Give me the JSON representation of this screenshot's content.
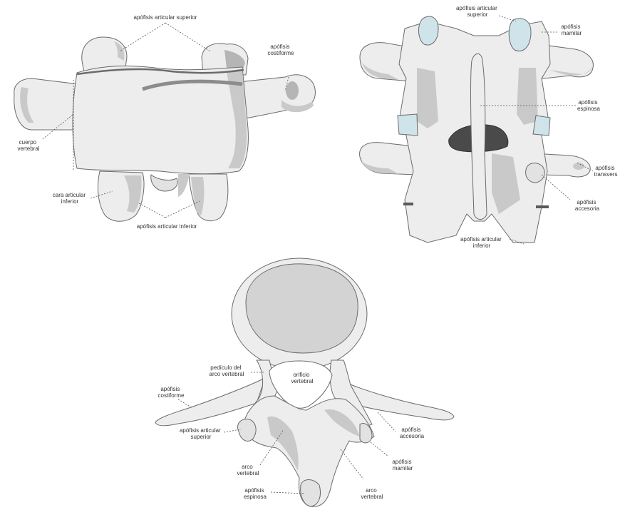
{
  "colors": {
    "bone": "#ededed",
    "bone_shadow": "#c9c9c9",
    "cartilage_face": "#cfe3ea",
    "foramen_dark": "#4a4a4a",
    "label_text": "#333333"
  },
  "views": {
    "lateral": {
      "labels": {
        "apofisis_articular_superior": [
          "apófisis articular superior"
        ],
        "apofisis_costiforme": [
          "apófisis",
          "costiforme"
        ],
        "cuerpo_vertebral": [
          "cuerpo",
          "vertebral"
        ],
        "cara_articular_inferior": [
          "cara articular",
          "inferior"
        ],
        "apofisis_articular_inferior": [
          "apófisis articular inferior"
        ]
      }
    },
    "posterior": {
      "labels": {
        "apofisis_articular_superior": [
          "apófisis articular",
          "superior"
        ],
        "apofisis_mamilar": [
          "apófisis",
          "mamilar"
        ],
        "apofisis_espinosa": [
          "apófisis",
          "espinosa"
        ],
        "apofisis_transversa": [
          "apófisis",
          "transvers"
        ],
        "apofisis_accesoria": [
          "apófisis",
          "accesoria"
        ],
        "apofisis_articular_inferior": [
          "apófisis articular",
          "inferior"
        ]
      }
    },
    "superior": {
      "labels": {
        "pediculo_arco": [
          "pedículo del",
          "arco vertebral"
        ],
        "orificio_vertebral": [
          "orificio",
          "vertebral"
        ],
        "apofisis_costiforme": [
          "apófisis",
          "costiforme"
        ],
        "apofisis_articular_superior": [
          "apófisis articular",
          "superior"
        ],
        "apofisis_accesoria": [
          "apófisis",
          "accesoria"
        ],
        "arco_vertebral_left": [
          "arco",
          "vertebral"
        ],
        "apofisis_mamilar": [
          "apófisis",
          "mamilar"
        ],
        "arco_vertebral_right": [
          "arco",
          "vertebral"
        ],
        "apofisis_espinosa": [
          "apófisis",
          "espinosa"
        ]
      }
    }
  }
}
